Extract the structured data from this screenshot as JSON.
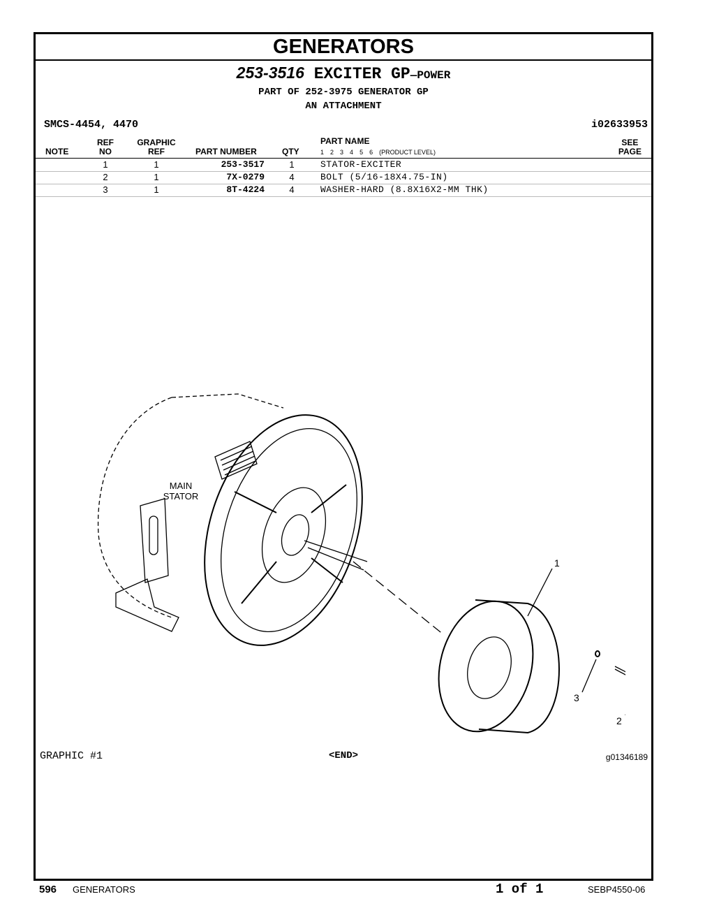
{
  "section_title": "GENERATORS",
  "group": {
    "number": "253-3516",
    "name": "EXCITER GP",
    "suffix": "—POWER",
    "part_of": "PART OF 252-3975 GENERATOR GP",
    "attachment": "AN ATTACHMENT"
  },
  "smcs": "SMCS-4454, 4470",
  "doc_id": "i02633953",
  "headers": {
    "note": "NOTE",
    "ref_top": "REF",
    "ref_bottom": "NO",
    "graphic_top": "GRAPHIC",
    "graphic_bottom": "REF",
    "part_number": "PART NUMBER",
    "qty": "QTY",
    "part_name": "PART NAME",
    "levels": [
      "1",
      "2",
      "3",
      "4",
      "5",
      "6"
    ],
    "product_level": "(PRODUCT LEVEL)",
    "see_top": "SEE",
    "see_bottom": "PAGE"
  },
  "parts": [
    {
      "ref": "1",
      "graphic_ref": "1",
      "part_number": "253-3517",
      "qty": "1",
      "name": "STATOR-EXCITER"
    },
    {
      "ref": "2",
      "graphic_ref": "1",
      "part_number": "7X-0279",
      "qty": "4",
      "name": "BOLT (5/16-18X4.75-IN)"
    },
    {
      "ref": "3",
      "graphic_ref": "1",
      "part_number": "8T-4224",
      "qty": "4",
      "name": "WASHER-HARD (8.8X16X2-MM THK)"
    }
  ],
  "illustration": {
    "label_main_1": "MAIN",
    "label_main_2": "STATOR",
    "callout_1": "1",
    "callout_2": "2",
    "callout_3": "3"
  },
  "graphic_label": "GRAPHIC #1",
  "end_label": "<END>",
  "graphic_id": "g01346189",
  "footer": {
    "page": "596",
    "section": "GENERATORS",
    "count": "1 of 1",
    "doc": "SEBP4550-06"
  }
}
